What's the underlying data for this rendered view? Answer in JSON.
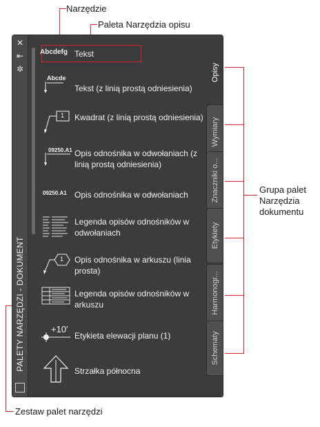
{
  "callouts": {
    "tool": "Narzędzie",
    "palette": "Paleta Narzędzia opisu",
    "group": [
      "Grupa palet",
      "Narzędzia",
      "dokumentu"
    ],
    "set": "Zestaw palet narzędzi"
  },
  "palette": {
    "title": "PALETY NARZĘDZI - DOKUMENT",
    "controls": [
      "close-icon",
      "autohide-icon",
      "properties-icon"
    ],
    "tools": [
      {
        "label": "Tekst",
        "icon_text": "Abcdefg"
      },
      {
        "label": "Tekst (z linią prostą odniesienia)",
        "icon_text": "Abcde"
      },
      {
        "label": "Kwadrat (z linią prostą odniesienia)",
        "icon_text": "1"
      },
      {
        "label": "Opis odnośnika w odwołaniach (z linią prostą odniesienia)",
        "icon_text": "09250.A1"
      },
      {
        "label": "Opis odnośnika w odwołaniach",
        "icon_text": "09250.A1"
      },
      {
        "label": "Legenda opisów odnośników w odwołaniach",
        "icon_text": ""
      },
      {
        "label": "Opis odnośnika w arkuszu (linia prosta)",
        "icon_text": "1"
      },
      {
        "label": "Legenda opisów odnośników w arkuszu",
        "icon_text": ""
      },
      {
        "label": "Etykieta elewacji planu (1)",
        "icon_text": "+10'"
      },
      {
        "label": "Strzałka północna",
        "icon_text": ""
      }
    ],
    "tabs": [
      "Opisy",
      "Wymiary",
      "Znaczniki o...",
      "Etykiety",
      "Harmonogr...",
      "Schematy"
    ],
    "active_tab": "Opisy"
  },
  "colors": {
    "accent": "#d0262a",
    "panel": "#3c3c3c"
  }
}
